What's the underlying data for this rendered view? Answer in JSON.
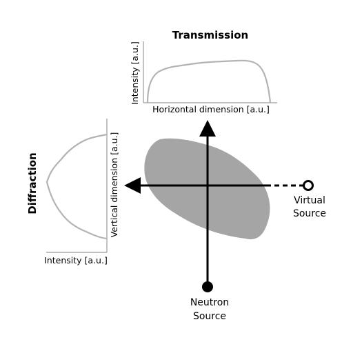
{
  "transmission": {
    "title": "Transmission",
    "ylabel": "Intensity [a.u.]",
    "xlabel": "Horizontal dimension [a.u.]"
  },
  "diffraction": {
    "title": "Diffraction",
    "ylabel": "Vertical dimension [a.u.]",
    "xlabel": "Intensity [a.u.]"
  },
  "neutron_source": {
    "line1": "Neutron",
    "line2": "Source"
  },
  "virtual_source": {
    "line1": "Virtual",
    "line2": "Source"
  },
  "colors": {
    "sample": "#a5a5a5",
    "profile": "#b3b3b3",
    "axis": "#9a9a9a",
    "arrow": "#000000"
  }
}
